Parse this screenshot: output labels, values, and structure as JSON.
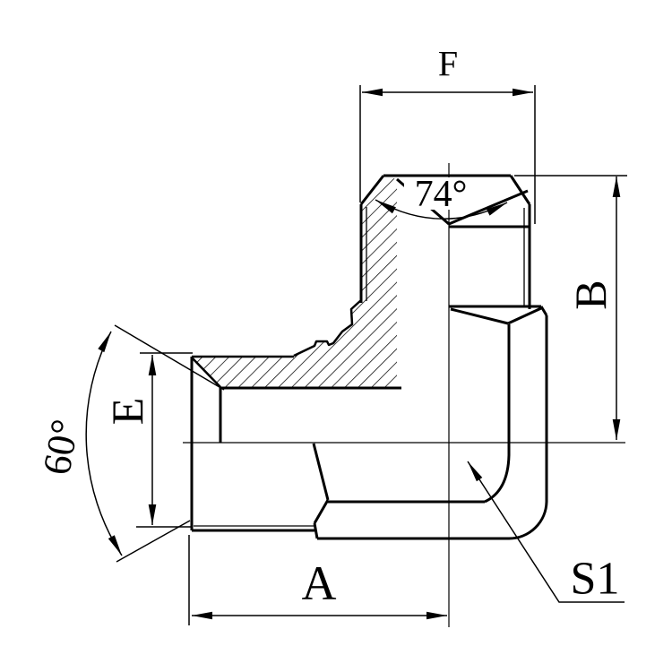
{
  "drawing": {
    "background": "#ffffff",
    "stroke_color": "#000000",
    "labels": {
      "f": "F",
      "flare_angle": "74°",
      "b": "B",
      "e": "E",
      "seat_angle": "60°",
      "a": "A",
      "s1": "S1"
    }
  }
}
